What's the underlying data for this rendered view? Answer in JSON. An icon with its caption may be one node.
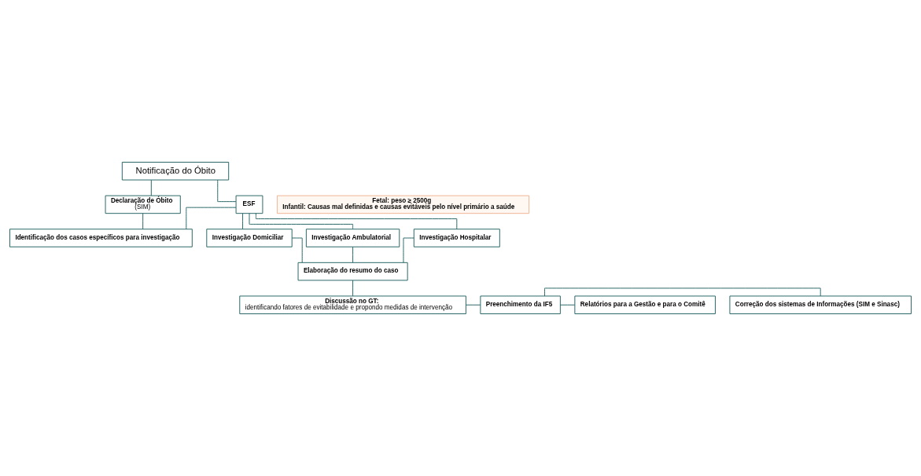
{
  "diagram": {
    "nodes": [
      {
        "text": [
          "Notificação do Óbito"
        ]
      },
      {
        "text": [
          "Declaração de Óbito",
          "(SIM)"
        ]
      },
      {
        "text": [
          "ESF"
        ]
      },
      {
        "text": [
          "Identificação dos casos específicos para investigação"
        ]
      },
      {
        "text": [
          "Investigação Domiciliar"
        ]
      },
      {
        "text": [
          "Investigação Ambulatorial"
        ]
      },
      {
        "text": [
          "Investigação Hospitalar"
        ]
      },
      {
        "text": [
          "Elaboração do resumo do caso"
        ]
      },
      {
        "text": [
          "Discussão no GT:",
          "identificando fatores de evitabilidade e propondo medidas de intervenção"
        ]
      },
      {
        "text": [
          "Preenchimento da IF5"
        ]
      },
      {
        "text": [
          "Correção dos sistemas de Informações (SIM e Sinasc)"
        ]
      },
      {
        "text": [
          "Relatórios para a Gestão e para o Comitê"
        ]
      },
      {
        "text": [
          "Fetal: peso ≥ 2500g",
          "Infantil: Causas mal definidas e causas evitáveis pelo nível primário a saúde"
        ]
      }
    ],
    "edges": [
      {
        "from": 0,
        "to": 1,
        "arrow": "none"
      },
      {
        "from": 0,
        "to": 2,
        "arrow": "none"
      },
      {
        "from": 1,
        "to": 3,
        "arrow": "none"
      },
      {
        "from": 3,
        "to": 2,
        "arrow": "none"
      },
      {
        "from": 2,
        "to": 4,
        "arrow": "none"
      },
      {
        "from": 2,
        "to": 5,
        "arrow": "none"
      },
      {
        "from": 2,
        "to": 6,
        "arrow": "none"
      },
      {
        "from": 4,
        "to": 7,
        "arrow": "none"
      },
      {
        "from": 5,
        "to": 7,
        "arrow": "none"
      },
      {
        "from": 6,
        "to": 7,
        "arrow": "none"
      },
      {
        "from": 7,
        "to": 8,
        "arrow": "none"
      },
      {
        "from": 8,
        "to": 9,
        "arrow": "none"
      },
      {
        "from": 9,
        "to": 10,
        "arrow": "none"
      },
      {
        "from": 9,
        "to": 11,
        "arrow": "none"
      }
    ]
  }
}
